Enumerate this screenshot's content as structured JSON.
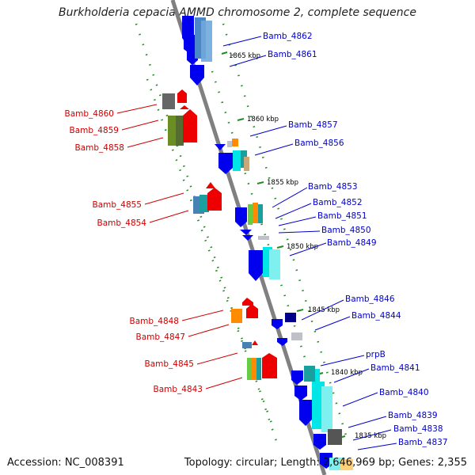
{
  "title": "Burkholderia cepacia AMMD chromosome 2, complete sequence",
  "footer": {
    "accession": "Accession: NC_008391",
    "summary": "Topology: circular; Length: 2,646,969 bp; Genes: 2,355"
  },
  "colors": {
    "backbone": "#8c8c8c",
    "forward_label": "#0000cc",
    "reverse_label": "#cc0000",
    "tick": "#228b22"
  },
  "kbp_marks": [
    {
      "label": "1865 kbp"
    },
    {
      "label": "1860 kbp"
    },
    {
      "label": "1855 kbp"
    },
    {
      "label": "1850 kbp"
    },
    {
      "label": "1845 kbp"
    },
    {
      "label": "1840 kbp"
    },
    {
      "label": "1835 kbp"
    }
  ],
  "genes_right": [
    {
      "label": "Bamb_4862"
    },
    {
      "label": "Bamb_4861"
    },
    {
      "label": "Bamb_4857"
    },
    {
      "label": "Bamb_4856"
    },
    {
      "label": "Bamb_4853"
    },
    {
      "label": "Bamb_4852"
    },
    {
      "label": "Bamb_4851"
    },
    {
      "label": "Bamb_4850"
    },
    {
      "label": "Bamb_4849"
    },
    {
      "label": "Bamb_4846"
    },
    {
      "label": "Bamb_4844"
    },
    {
      "label": "prpB"
    },
    {
      "label": "Bamb_4841"
    },
    {
      "label": "Bamb_4840"
    },
    {
      "label": "Bamb_4839"
    },
    {
      "label": "Bamb_4838"
    },
    {
      "label": "Bamb_4837"
    }
  ],
  "genes_left": [
    {
      "label": "Bamb_4860"
    },
    {
      "label": "Bamb_4859"
    },
    {
      "label": "Bamb_4858"
    },
    {
      "label": "Bamb_4855"
    },
    {
      "label": "Bamb_4854"
    },
    {
      "label": "Bamb_4848"
    },
    {
      "label": "Bamb_4847"
    },
    {
      "label": "Bamb_4845"
    },
    {
      "label": "Bamb_4843"
    }
  ]
}
